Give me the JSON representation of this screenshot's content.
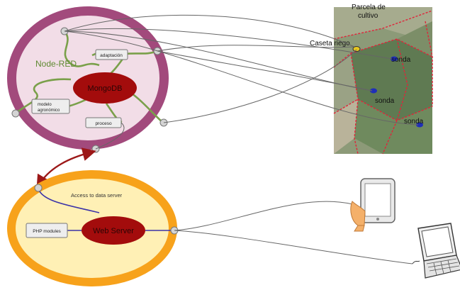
{
  "node_red": {
    "label": "Node-RED",
    "db_label": "MongoDB",
    "modules": {
      "adaptacion": "adaptación",
      "modelo_line1": "modelo",
      "modelo_line2": "agronómico",
      "proceso": "proceso"
    }
  },
  "field_map": {
    "parcel_line1": "Parcela de",
    "parcel_line2": "cultivo",
    "booth_label": "Caseta riego",
    "probes": [
      "sonda",
      "sonda",
      "sonda"
    ]
  },
  "web_server": {
    "title": "Access to data server",
    "server_label": "Web Server",
    "php_label": "PHP modules"
  },
  "devices": [
    "tablet-icon",
    "laptop-icon"
  ],
  "colors": {
    "node_red_ring": "#a24a7c",
    "node_red_fill": "#f2dde7",
    "db_fill": "#a30c0c",
    "wire_green": "#7aa04a",
    "web_ring": "#f7a21b",
    "web_fill": "#fff0b5",
    "web_wire": "#3b33a8",
    "link_arrow": "#9c1818",
    "field_boundary": "#e0243a"
  }
}
